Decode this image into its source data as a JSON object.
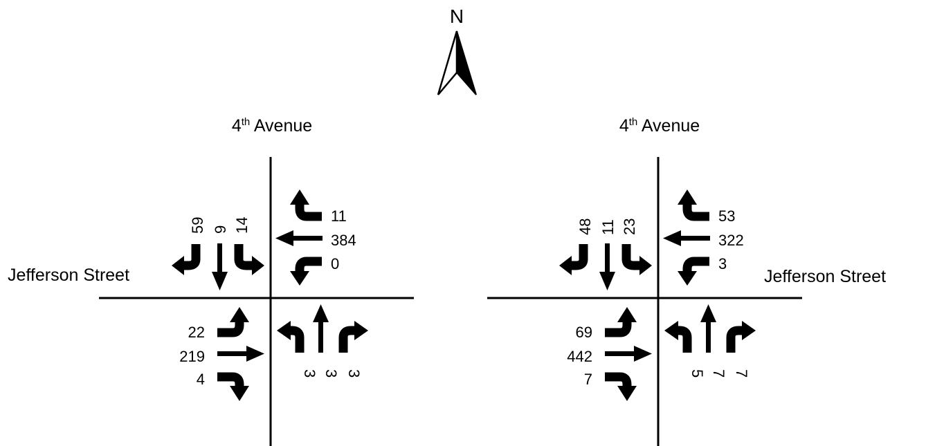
{
  "north": {
    "label": "N"
  },
  "intersections": [
    {
      "street_ns": {
        "base": "4",
        "sup": "th",
        "rest": " Avenue"
      },
      "street_ew": "Jefferson Street",
      "southbound": {
        "right": "59",
        "through": "9",
        "left": "14"
      },
      "westbound": {
        "right": "11",
        "through": "384",
        "left": "0"
      },
      "eastbound": {
        "left": "22",
        "through": "219",
        "right": "4"
      },
      "northbound": {
        "left": "3",
        "through": "3",
        "right": "3"
      }
    },
    {
      "street_ns": {
        "base": "4",
        "sup": "th",
        "rest": " Avenue"
      },
      "street_ew": "Jefferson Street",
      "southbound": {
        "right": "48",
        "through": "11",
        "left": "23"
      },
      "westbound": {
        "right": "53",
        "through": "322",
        "left": "3"
      },
      "eastbound": {
        "left": "69",
        "through": "442",
        "right": "7"
      },
      "northbound": {
        "left": "5",
        "through": "7",
        "right": "7"
      }
    }
  ],
  "colors": {
    "line": "#000000",
    "background": "#ffffff"
  }
}
